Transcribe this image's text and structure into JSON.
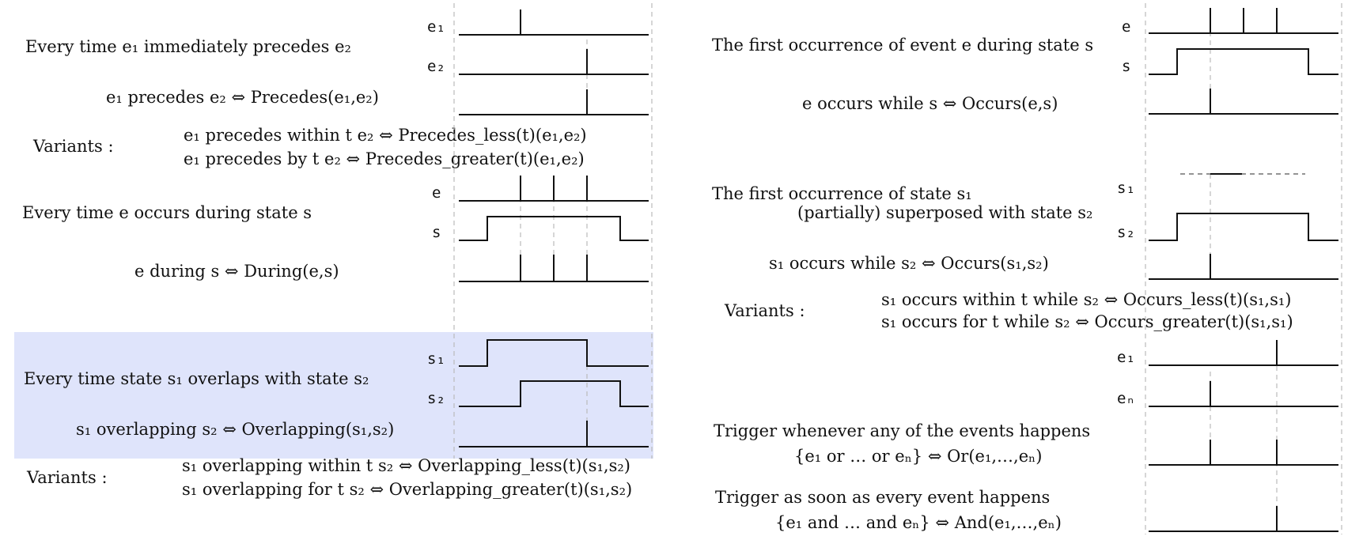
{
  "panel1": {
    "description": "Every time e₁ immediately precedes e₂",
    "op": "e₁ precedes e₂ ⇔ Precedes(e₁,e₂)",
    "variants_label": "Variants :",
    "variant1": "e₁ precedes within t e₂ ⇔ Precedes_less(t)(e₁,e₂)",
    "variant2": "e₁ precedes by t e₂ ⇔ Precedes_greater(t)(e₁,e₂)",
    "signal_labels": [
      "e₁",
      "e₂"
    ]
  },
  "panel2": {
    "description": "Every time e occurs during state s",
    "op": "e during s ⇔ During(e,s)",
    "signal_labels": [
      "e",
      "s"
    ]
  },
  "panel3": {
    "description": "Every time state s₁ overlaps with state s₂",
    "op": "s₁ overlapping s₂ ⇔ Overlapping(s₁,s₂)",
    "variants_label": "Variants :",
    "variant1": "s₁ overlapping within t s₂ ⇔ Overlapping_less(t)(s₁,s₂)",
    "variant2": "s₁ overlapping for t s₂ ⇔ Overlapping_greater(t)(s₁,s₂)",
    "signal_labels": [
      "s₁",
      "s₂"
    ],
    "highlight_color": "#dfe4fb"
  },
  "panel4": {
    "description": "The first occurrence of event e during state s",
    "op": "e occurs while s ⇔ Occurs(e,s)",
    "signal_labels": [
      "e",
      "s"
    ]
  },
  "panel5": {
    "description_line1": "The first occurrence of state s₁",
    "description_line2": "(partially) superposed with state s₂",
    "op": "s₁ occurs while s₂ ⇔ Occurs(s₁,s₂)",
    "variants_label": "Variants :",
    "variant1": "s₁ occurs within t while s₂ ⇔ Occurs_less(t)(s₁,s₁)",
    "variant2": "s₁ occurs for t while s₂ ⇔ Occurs_greater(t)(s₁,s₁)",
    "signal_labels": [
      "s₁",
      "s₂"
    ]
  },
  "panel6": {
    "description": "Trigger whenever any of the events happens",
    "op": "{e₁ or … or eₙ} ⇔ Or(e₁,…,eₙ)",
    "signal_labels": [
      "e₁",
      "eₙ"
    ]
  },
  "panel7": {
    "description": "Trigger as soon as every event happens",
    "op": "{e₁ and … and eₙ} ⇔ And(e₁,…,eₙ)"
  }
}
